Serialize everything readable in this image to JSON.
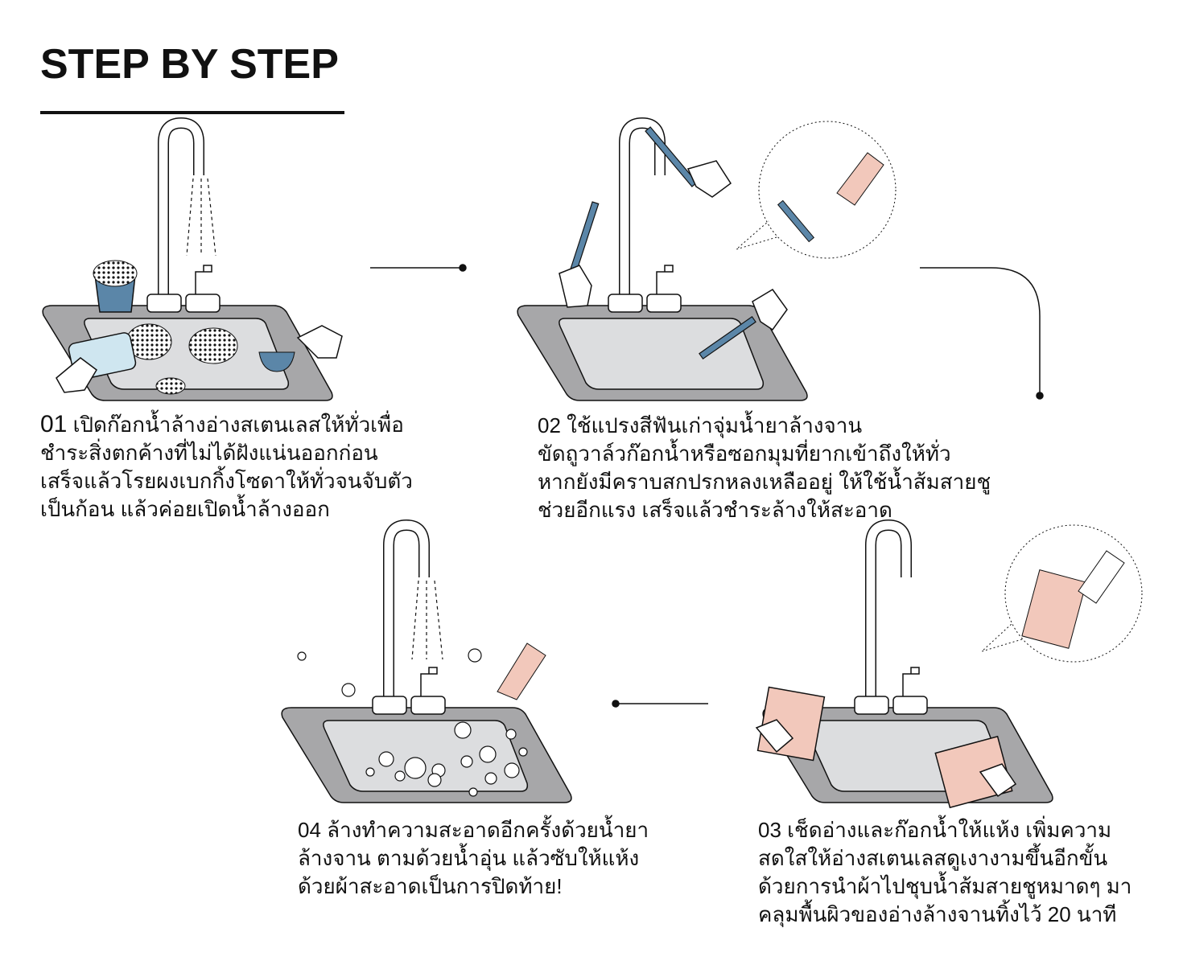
{
  "header": {
    "title": "STEP BY STEP"
  },
  "steps": [
    {
      "number": "01",
      "lines": [
        "เปิดก๊อกน้ำล้างอ่างสเตนเลสให้ทั่วเพื่อ",
        "ชำระสิ่งตกค้างที่ไม่ได้ฝังแน่นออกก่อน",
        "เสร็จแล้วโรยผงเบกกิ้งโซดาให้ทั่วจนจับตัว",
        "เป็นก้อน แล้วค่อยเปิดน้ำล้างออก"
      ]
    },
    {
      "number": "02",
      "lines": [
        "ใช้แปรงสีฟันเก่าจุ่มน้ำยาล้างจาน",
        "ขัดถูวาล์วก๊อกน้ำหรือซอกมุมที่ยากเข้าถึงให้ทั่ว",
        "หากยังมีคราบสกปรกหลงเหลืออยู่ ให้ใช้น้ำส้มสายชู",
        "ช่วยอีกแรง เสร็จแล้วชำระล้างให้สะอาด"
      ]
    },
    {
      "number": "03",
      "lines": [
        "เช็ดอ่างและก๊อกน้ำให้แห้ง เพิ่มความ",
        "สดใสให้อ่างสเตนเลสดูเงางามขึ้นอีกขั้น",
        "ด้วยการนำผ้าไปชุบน้ำส้มสายชูหมาดๆ มา",
        "คลุมพื้นผิวของอ่างล้างจานทิ้งไว้ 20 นาที"
      ]
    },
    {
      "number": "04",
      "lines": [
        "ล้างทำความสะอาดอีกครั้งด้วยน้ำยา",
        "ล้างจาน ตามด้วยน้ำอุ่น แล้วซับให้แห้ง",
        "ด้วยผ้าสะอาดเป็นการปิดท้าย!"
      ]
    }
  ],
  "colors": {
    "sink_outer": "#a7a7a9",
    "sink_inner": "#dcdddf",
    "brush": "#5b86a8",
    "cloth": "#f2c8bb",
    "ink": "#111111"
  }
}
